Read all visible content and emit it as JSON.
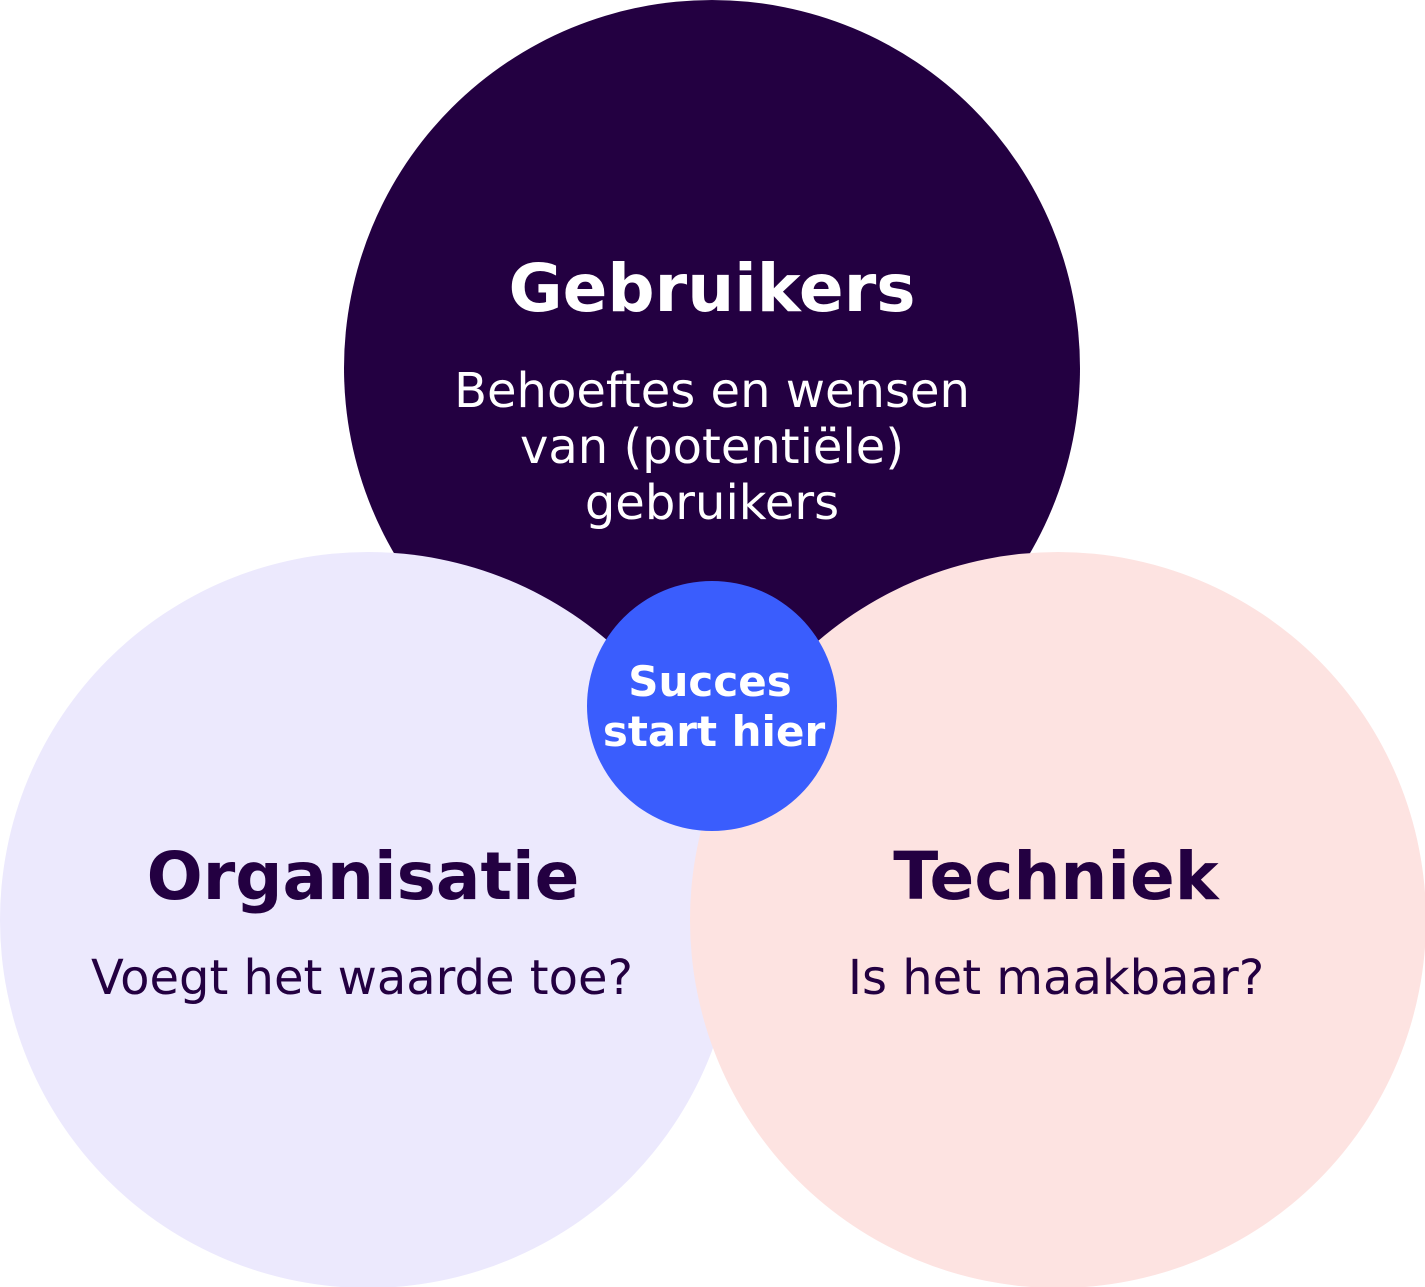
{
  "colors": {
    "users": "#230041",
    "organisation": "#ece9fd",
    "technique": "#fde3e1",
    "center": "#3a5dfd",
    "dark_text": "#230041",
    "light_text": "#ffffff"
  },
  "users": {
    "title": "Gebruikers",
    "lines": [
      "Behoeftes en wensen",
      "van (potentiële)",
      "gebruikers"
    ]
  },
  "organisation": {
    "title": "Organisatie",
    "subtitle": "Voegt het waarde toe?"
  },
  "technique": {
    "title": "Techniek",
    "subtitle": "Is het maakbaar?"
  },
  "center": {
    "lines": [
      "Succes",
      "start hier"
    ]
  }
}
